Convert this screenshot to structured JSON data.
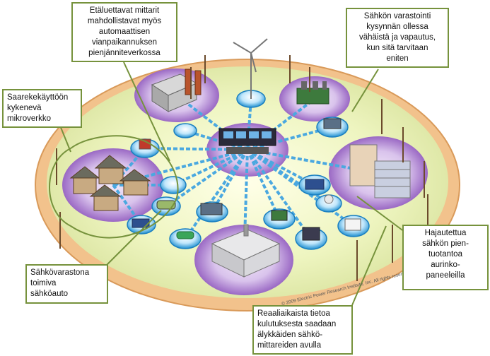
{
  "callouts": {
    "meters": "Etäluettavat mittarit\nmahdollistavat myös\nautomaattisen\nvianpaikannuksen\npienjänniteverkossa",
    "storage": "Sähkön varastointi\nkysynnän ollessa\nvähäistä ja vapautus,\nkun sitä tarvitaan\neniten",
    "microgrid": "Saarekekäyttöön\nkykenevä\nmikroverkko",
    "ev": "Sähkövarastona\ntoimiva\nsähköauto",
    "solar": "Hajautettua\nsähkön pien-\ntuotantoa\naurinko-\npaneeleilla",
    "realtime": "Reaaliaikaista tietoa\nkulutuksesta saadaan\nälykkäiden sähkö-\nmittareiden avulla"
  },
  "copyright": "© 2009 Electric Power Research Institute, Inc. All rights reserved.",
  "colors": {
    "callout_border": "#76923c",
    "outer_ring": "#f2c28c",
    "inner_disc": "#eef5c0",
    "pad_purple": "#a070c8",
    "node_blue": "#2f9fd8",
    "link": "#4aa8e0"
  }
}
